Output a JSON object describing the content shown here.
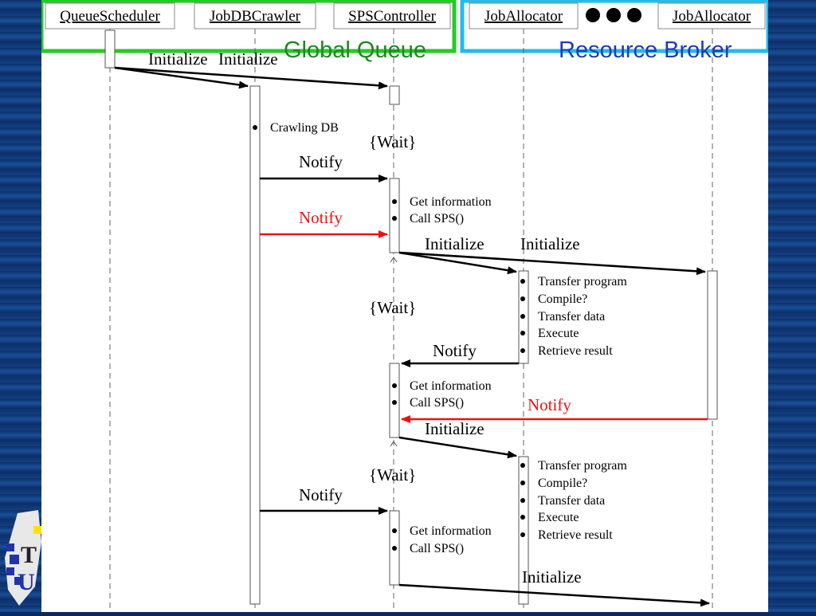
{
  "participants": {
    "queue_scheduler": "QueueScheduler",
    "job_db_crawler": "JobDBCrawler",
    "sps_controller": "SPSController",
    "job_allocator_1": "JobAllocator",
    "job_allocator_2": "JobAllocator"
  },
  "groups": {
    "global_queue": {
      "label": "Global Queue",
      "color": "#22cc22"
    },
    "resource_broker": {
      "label": "Resource Broker",
      "color": "#22bbee"
    }
  },
  "messages": {
    "initialize": "Initialize",
    "notify": "Notify",
    "wait": "{Wait}"
  },
  "activities": {
    "crawling_db": "Crawling DB",
    "get_information": "Get information",
    "call_sps": "Call SPS()",
    "transfer_program": "Transfer program",
    "compile": "Compile?",
    "transfer_data": "Transfer data",
    "execute": "Execute",
    "retrieve_result": "Retrieve result"
  },
  "colors": {
    "notify_red": "#ee1111",
    "resource_broker_text": "#1a3cb8",
    "global_queue_text": "#1a8a1a"
  },
  "icons": {
    "ellipsis": "three-black-dots"
  }
}
